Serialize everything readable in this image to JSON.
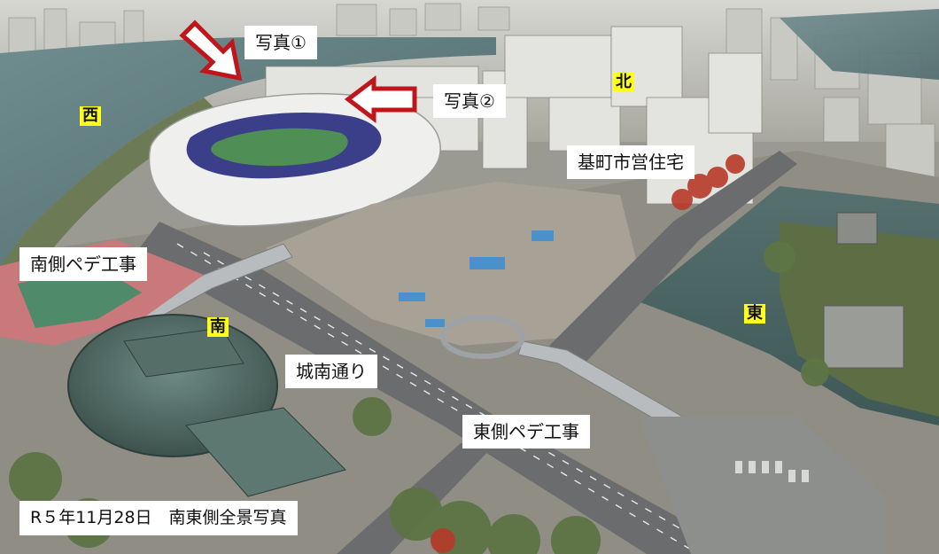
{
  "labels": {
    "photo1": "写真①",
    "photo2": "写真②",
    "motomachi": "基町市営住宅",
    "south_pede": "南側ペデ工事",
    "jonan": "城南通り",
    "east_pede": "東側ペデ工事",
    "caption": "R５年11月28日　南東側全景写真"
  },
  "directions": {
    "west": "西",
    "north": "北",
    "east": "東",
    "south": "南"
  },
  "colors": {
    "arrow_fill": "#ffffff",
    "arrow_stroke": "#c0161b",
    "direction_bg": "#ffff1a",
    "label_bg": "#ffffff"
  },
  "icons": [
    "arrow-photo1-icon",
    "arrow-photo2-icon"
  ]
}
